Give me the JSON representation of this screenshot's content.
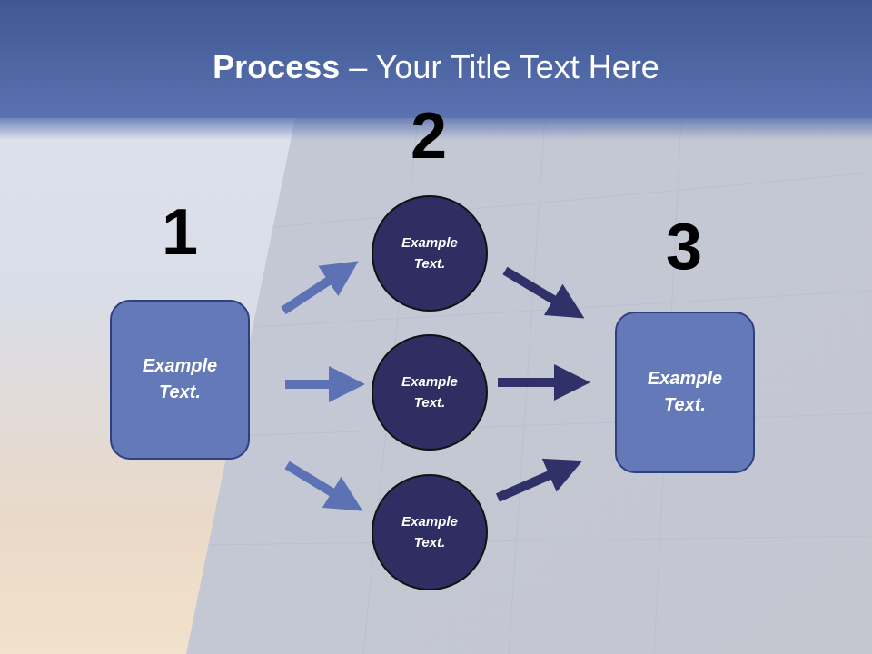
{
  "title": {
    "bold": "Process",
    "rest": " – Your Title Text Here"
  },
  "steps": {
    "one": "1",
    "two": "2",
    "three": "3"
  },
  "nodes": {
    "left_box": [
      "Example",
      "Text."
    ],
    "circle_top": [
      "Example",
      "Text."
    ],
    "circle_middle": [
      "Example",
      "Text."
    ],
    "circle_bottom": [
      "Example",
      "Text."
    ],
    "right_box": [
      "Example",
      "Text."
    ]
  },
  "colors": {
    "header": "#5068a6",
    "box_fill": "#6479b7",
    "circle_fill": "#2e2e62",
    "arrow_light": "#5c72b4",
    "arrow_dark": "#2f3168"
  }
}
